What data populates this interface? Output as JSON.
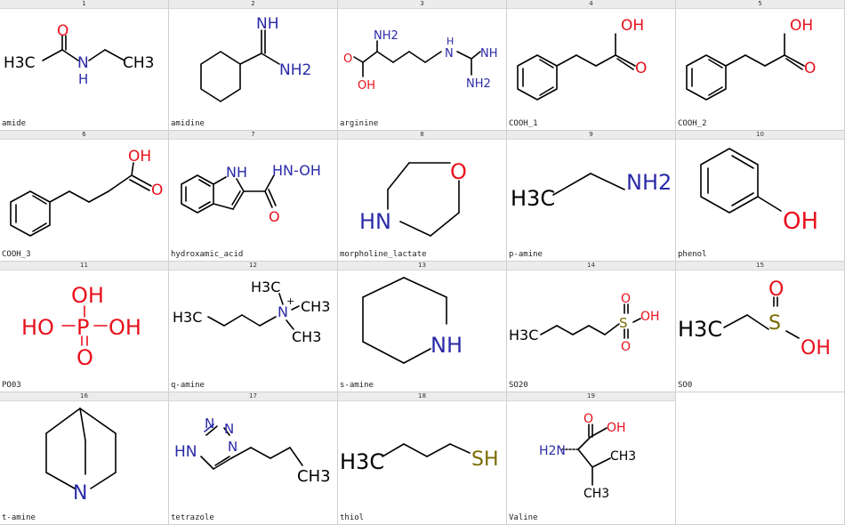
{
  "colors": {
    "oxygen": "#e8101c",
    "nitrogen": "#2a2aa8",
    "sulfur": "#7a6a00",
    "carbon": "#000000",
    "cell_header": "#ececec",
    "grid_line": "#d0d0d0"
  },
  "cells": [
    {
      "index": "1",
      "label": "amide"
    },
    {
      "index": "2",
      "label": "amidine"
    },
    {
      "index": "3",
      "label": "arginine"
    },
    {
      "index": "4",
      "label": "COOH_1"
    },
    {
      "index": "5",
      "label": "COOH_2"
    },
    {
      "index": "6",
      "label": "COOH_3"
    },
    {
      "index": "7",
      "label": "hydroxamic_acid"
    },
    {
      "index": "8",
      "label": "morpholine_lactate"
    },
    {
      "index": "9",
      "label": "p-amine"
    },
    {
      "index": "10",
      "label": "phenol"
    },
    {
      "index": "11",
      "label": "PO03"
    },
    {
      "index": "12",
      "label": "q-amine"
    },
    {
      "index": "13",
      "label": "s-amine"
    },
    {
      "index": "14",
      "label": "SO20"
    },
    {
      "index": "15",
      "label": "SO0"
    },
    {
      "index": "16",
      "label": "t-amine"
    },
    {
      "index": "17",
      "label": "tetrazole"
    },
    {
      "index": "18",
      "label": "thiol"
    },
    {
      "index": "19",
      "label": "Valine"
    }
  ],
  "atoms": {
    "amide": {
      "ch3_left": "H3C",
      "o": "O",
      "nh": "N",
      "h": "H",
      "ch3_right": "CH3"
    },
    "amidine": {
      "nh": "NH",
      "nh2": "NH2"
    },
    "arginine": {
      "nh2": "NH2",
      "o": "O",
      "oh": "OH",
      "nh": "H",
      "n": "N",
      "nh_right": "NH",
      "nh2_bottom": "NH2"
    },
    "cooh_1": {
      "oh": "OH",
      "o": "O"
    },
    "cooh_2": {
      "oh": "OH",
      "o": "O"
    },
    "cooh_3": {
      "oh": "OH",
      "o": "O"
    },
    "hydroxamic_acid": {
      "nh": "NH",
      "hn_oh": "HN-OH",
      "o": "O"
    },
    "morpholine_lactate": {
      "o": "O",
      "hn": "HN"
    },
    "p_amine": {
      "h3c": "H3C",
      "nh2": "NH2"
    },
    "phenol": {
      "oh": "OH"
    },
    "po03": {
      "oh_top": "OH",
      "ho": "HO",
      "p": "P",
      "oh_right": "OH",
      "o": "O"
    },
    "q_amine": {
      "h3c_left": "H3C",
      "h3c_top": "H3C",
      "n": "N",
      "plus": "+",
      "ch3_right": "CH3",
      "ch3_bottom": "CH3"
    },
    "s_amine": {
      "nh": "NH"
    },
    "so20": {
      "h3c": "H3C",
      "s": "S",
      "o_top": "O",
      "o_bottom": "O",
      "oh": "OH"
    },
    "so0": {
      "h3c": "H3C",
      "o": "O",
      "s": "S",
      "oh": "OH"
    },
    "t_amine": {
      "n": "N"
    },
    "tetrazole": {
      "n_top1": "N",
      "n_top2": "N",
      "hn": "HN",
      "n_right": "N",
      "ch3": "CH3"
    },
    "thiol": {
      "h3c": "H3C",
      "sh": "SH"
    },
    "valine": {
      "o": "O",
      "oh": "OH",
      "h2n": "H2N",
      "ch3_right": "CH3",
      "ch3_bottom": "CH3"
    }
  }
}
